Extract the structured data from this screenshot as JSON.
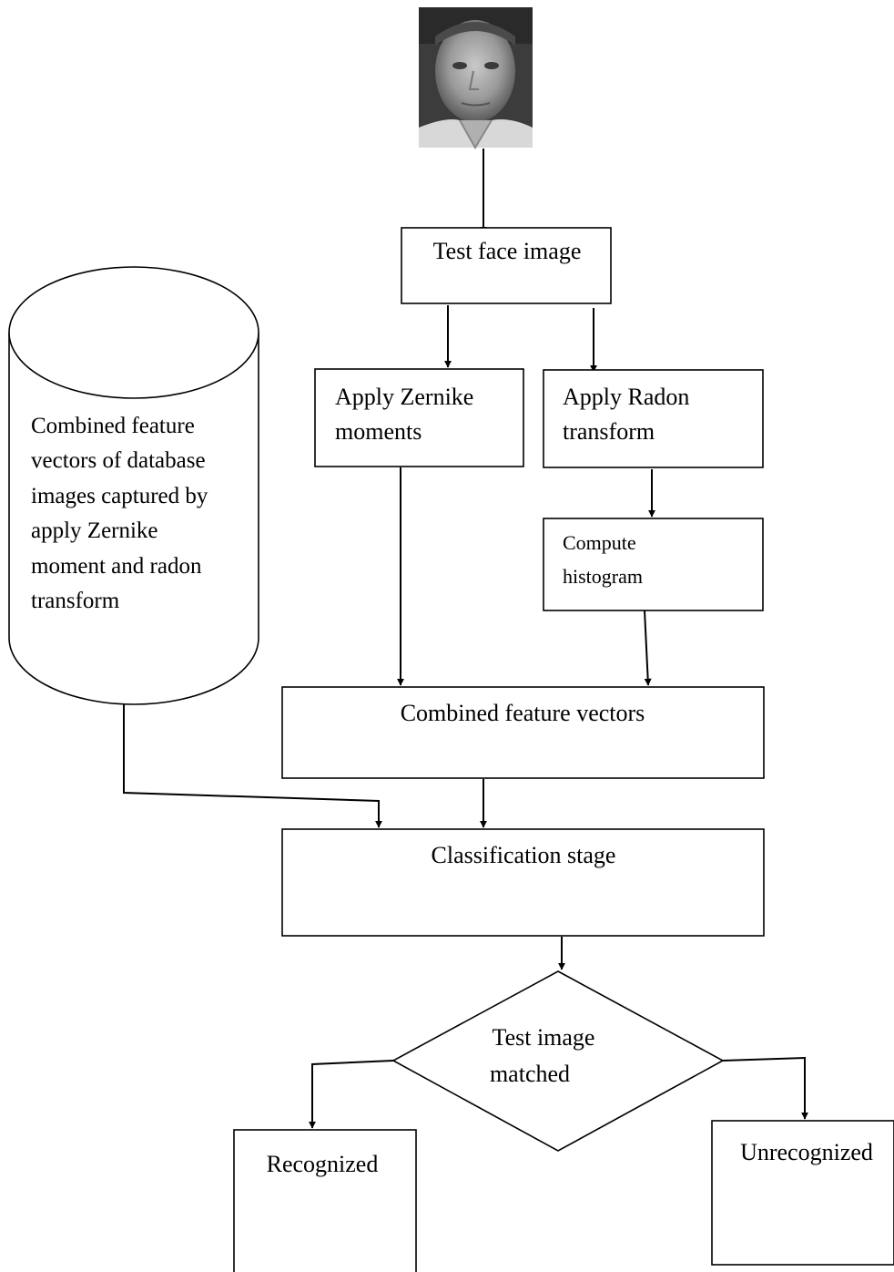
{
  "nodes": {
    "test_face": "Test face image",
    "zernike": [
      "Apply Zernike",
      "moments"
    ],
    "radon": [
      "Apply Radon",
      "transform"
    ],
    "histogram": [
      "Compute",
      "histogram"
    ],
    "combined": "Combined feature vectors",
    "classification": "Classification stage",
    "decision": [
      "Test image",
      "matched"
    ],
    "recognized": "Recognized",
    "unrecognized": "Unrecognized",
    "database": [
      "Combined feature",
      "vectors of database",
      "images captured by",
      "apply Zernike",
      "moment and radon",
      "transform"
    ]
  }
}
